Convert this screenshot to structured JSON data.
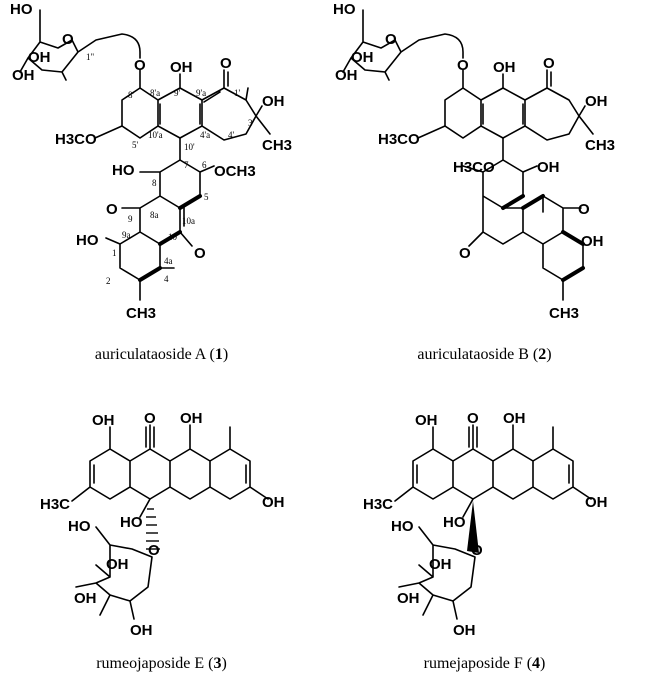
{
  "compounds": [
    {
      "name": "auriculataoside A",
      "id": "1",
      "atoms": {
        "ho_sugar": "HO",
        "o_ring": "O",
        "oh_a": "OH",
        "oh_b": "OH",
        "c1pp": "1\"",
        "o_link": "O",
        "oh_top": "OH",
        "o_keto": "O",
        "n8p": "8'",
        "n8ap": "8'a",
        "n9p": "9'",
        "n9ap": "9'a",
        "n1p": "1'",
        "h3co": "H3CO",
        "n5p": "5'",
        "n10ap": "10'a",
        "n4ap": "4'a",
        "n10p": "10'",
        "n4p": "4'",
        "n3p": "3'",
        "oh_3p": "OH",
        "ch3_3p": "CH3",
        "ho8": "HO",
        "n8": "8",
        "n7": "7",
        "n6": "6",
        "och3": "OCH3",
        "o9": "O",
        "n9": "9",
        "n8a": "8a",
        "n10a": "10a",
        "n5": "5",
        "ho1": "HO",
        "n1": "1",
        "n9a": "9a",
        "n10": "10",
        "o10": "O",
        "n2": "2",
        "n4a": "4a",
        "n4": "4",
        "ch3": "CH3"
      }
    },
    {
      "name": "auriculataoside B",
      "id": "2",
      "atoms": {
        "ho_sugar": "HO",
        "o_ring": "O",
        "oh_a": "OH",
        "oh_b": "OH",
        "o_link": "O",
        "oh_top": "OH",
        "o_keto": "O",
        "h3co": "H3CO",
        "oh_3p": "OH",
        "ch3_3p": "CH3",
        "h3co_b": "H3CO",
        "oh_b2": "OH",
        "o9": "O",
        "o10": "O",
        "oh_r": "OH",
        "ch3": "CH3"
      }
    },
    {
      "name": "rumeojaposide E",
      "id": "3",
      "atoms": {
        "oh_l": "OH",
        "o_top": "O",
        "oh_r": "OH",
        "h3c": "H3C",
        "oh_3": "OH",
        "ho_10": "HO",
        "ho_s": "HO",
        "o_ring": "O",
        "oh_a": "OH",
        "oh_b": "OH",
        "oh_c": "OH"
      }
    },
    {
      "name": "rumejaposide F",
      "id": "4",
      "atoms": {
        "oh_l": "OH",
        "o_top": "O",
        "oh_r": "OH",
        "h3c": "H3C",
        "oh_3": "OH",
        "ho_10": "HO",
        "ho_s": "HO",
        "o_ring": "O",
        "oh_a": "OH",
        "oh_b": "OH",
        "oh_c": "OH"
      }
    }
  ]
}
